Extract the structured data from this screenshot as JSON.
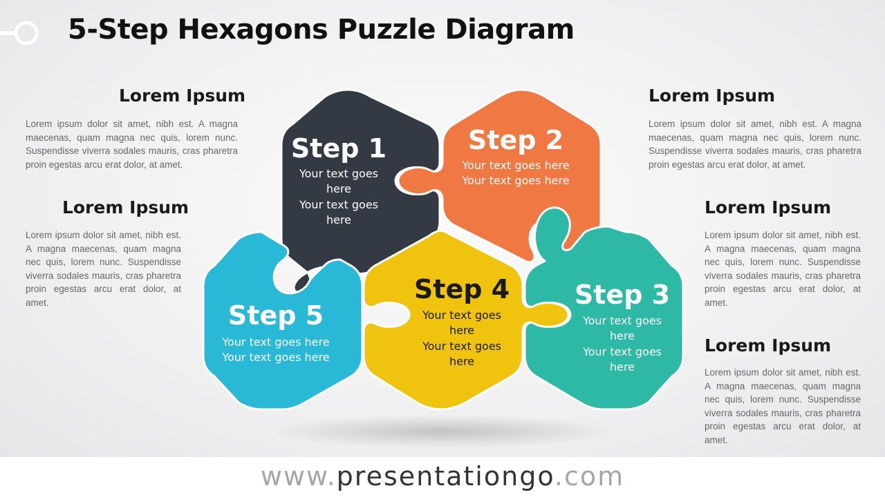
{
  "title": "5-Step Hexagons Puzzle Diagram",
  "text_blocks": [
    {
      "heading": "Lorem Ipsum",
      "body": "Lorem ipsum dolor sit amet, nibh est. A magna maecenas, quam magna nec quis, lorem nunc. Suspendisse viverra sodales mauris, cras pharetra proin egestas arcu erat dolor, at amet."
    },
    {
      "heading": "Lorem Ipsum",
      "body": "Lorem ipsum dolor sit amet, nibh est. A magna maecenas, quam magna nec quis, lorem nunc. Suspendisse viverra sodales mauris, cras pharetra proin egestas arcu erat dolor, at amet."
    },
    {
      "heading": "Lorem Ipsum",
      "body": "Lorem ipsum dolor sit amet, nibh est. A magna maecenas, quam magna nec quis, lorem nunc. Suspendisse viverra sodales mauris, cras pharetra proin egestas arcu erat dolor, at amet."
    },
    {
      "heading": "Lorem Ipsum",
      "body": "Lorem ipsum dolor sit amet, nibh est. A magna maecenas, quam magna nec quis, lorem nunc. Suspendisse viverra sodales mauris, cras pharetra proin egestas arcu erat dolor, at amet."
    },
    {
      "heading": "Lorem Ipsum",
      "body": "Lorem ipsum dolor sit amet, nibh est. A magna maecenas, quam magna nec quis, lorem nunc. Suspendisse viverra sodales mauris, cras pharetra proin egestas arcu erat dolor, at amet."
    }
  ],
  "steps": {
    "step1": {
      "title": "Step 1",
      "line1": "Your text goes",
      "line2": "here",
      "line3": "Your text goes",
      "line4": "here",
      "color": "#333a44"
    },
    "step2": {
      "title": "Step 2",
      "line1": "Your text goes here",
      "line2": "Your text goes here",
      "color": "#f07843"
    },
    "step3": {
      "title": "Step 3",
      "line1": "Your text goes",
      "line2": "here",
      "line3": "Your text goes",
      "line4": "here",
      "color": "#2db9a6"
    },
    "step4": {
      "title": "Step 4",
      "line1": "Your text goes",
      "line2": "here",
      "line3": "Your text goes",
      "line4": "here",
      "color": "#f0c30f"
    },
    "step5": {
      "title": "Step 5",
      "line1": "Your text goes here",
      "line2": "Your text goes here",
      "color": "#29b8d5"
    }
  },
  "footer": {
    "prefix": "www.",
    "brand": "presentationgo",
    "suffix": ".com"
  }
}
